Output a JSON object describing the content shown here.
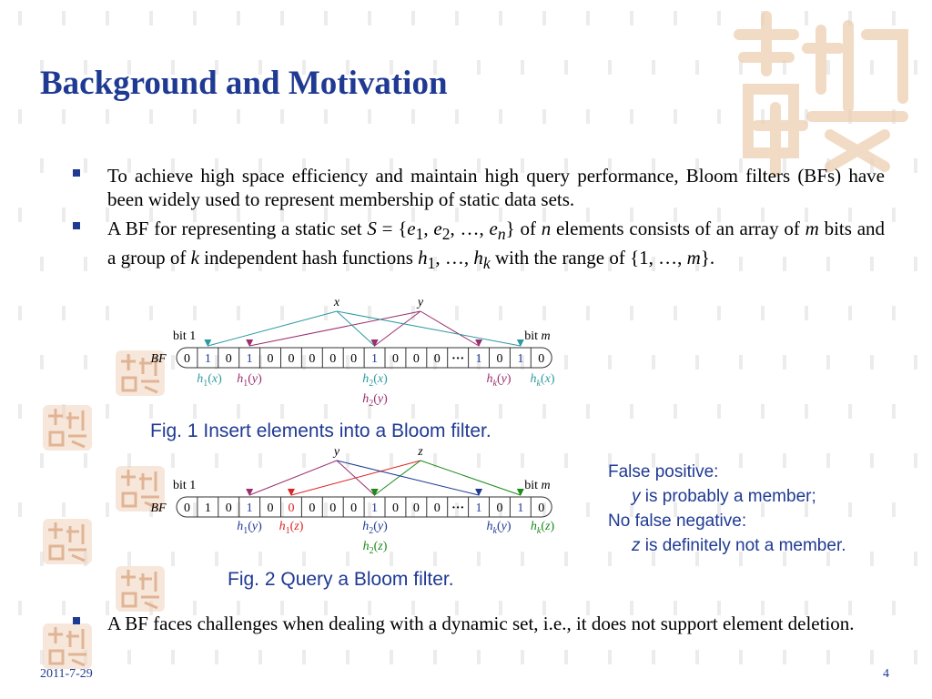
{
  "title": "Background and Motivation",
  "bullets": [
    {
      "html": "To achieve high space efficiency and maintain high query performance, Bloom filters (BFs) have been widely used to represent membership of static data sets."
    },
    {
      "html": "A BF for representing a static set <i>S</i> = {<i>e</i><sub>1</sub>, <i>e</i><sub>2</sub>, …, <i>e<sub>n</sub></i>} of <i>n</i> elements consists of an array of <i>m</i> bits and a group of <i>k</i> independent hash functions <i>h</i><sub>1</sub>, …, <i>h<sub>k</sub></i> with the range of {1, …, <i>m</i>}."
    }
  ],
  "bottom_bullet": "A BF faces challenges when dealing with a dynamic set, i.e., it does not support element deletion.",
  "fig1": {
    "caption": "Fig. 1  Insert elements into a Bloom filter.",
    "elements": [
      "x",
      "y"
    ],
    "bit_first_label": "bit 1",
    "bit_last_label": "bit m",
    "bf_label": "BF",
    "cells": [
      "0",
      "1",
      "0",
      "1",
      "0",
      "0",
      "0",
      "0",
      "0",
      "1",
      "0",
      "0",
      "0",
      "···",
      "1",
      "0",
      "1",
      "0"
    ],
    "cell_colors": [
      "#000",
      "#1f3a93",
      "#000",
      "#1f3a93",
      "#000",
      "#000",
      "#000",
      "#000",
      "#000",
      "#1f3a93",
      "#000",
      "#000",
      "#000",
      "#000",
      "#1f3a93",
      "#000",
      "#1f3a93",
      "#000"
    ],
    "hash_labels": [
      "h1(x)",
      "h1(y)",
      "h2(x)",
      "h2(y)",
      "hk(y)",
      "hk(x)"
    ]
  },
  "fig2": {
    "caption": "Fig. 2  Query a Bloom filter.",
    "elements": [
      "y",
      "z"
    ],
    "bit_first_label": "bit 1",
    "bit_last_label": "bit m",
    "bf_label": "BF",
    "cells": [
      "0",
      "1",
      "0",
      "1",
      "0",
      "0",
      "0",
      "0",
      "0",
      "1",
      "0",
      "0",
      "0",
      "···",
      "1",
      "0",
      "1",
      "0"
    ],
    "cell_colors": [
      "#000",
      "#000",
      "#000",
      "#1f3a93",
      "#000",
      "#d22",
      "#000",
      "#000",
      "#000",
      "#1f3a93",
      "#000",
      "#000",
      "#000",
      "#000",
      "#1f3a93",
      "#000",
      "#1f3a93",
      "#000"
    ],
    "hash_labels": [
      "h1(y)",
      "h1(z)",
      "h2(y)",
      "h2(z)",
      "hk(y)",
      "hk(z)"
    ]
  },
  "side_note": {
    "line1": "False positive:",
    "line2_var": "y",
    "line2_rest": " is probably a member;",
    "line3": "No false negative:",
    "line4_var": "z",
    "line4_rest": " is definitely not a member."
  },
  "footer": {
    "date": "2011-7-29",
    "page": "4"
  },
  "colors": {
    "title": "#1f3a93",
    "accent_text": "#1f3a93",
    "seal": "#e6b48c",
    "red": "#d22",
    "green": "#1a8a1a",
    "purple": "#9b2d6e",
    "teal": "#2c9aa0",
    "blue": "#1f3a93"
  }
}
